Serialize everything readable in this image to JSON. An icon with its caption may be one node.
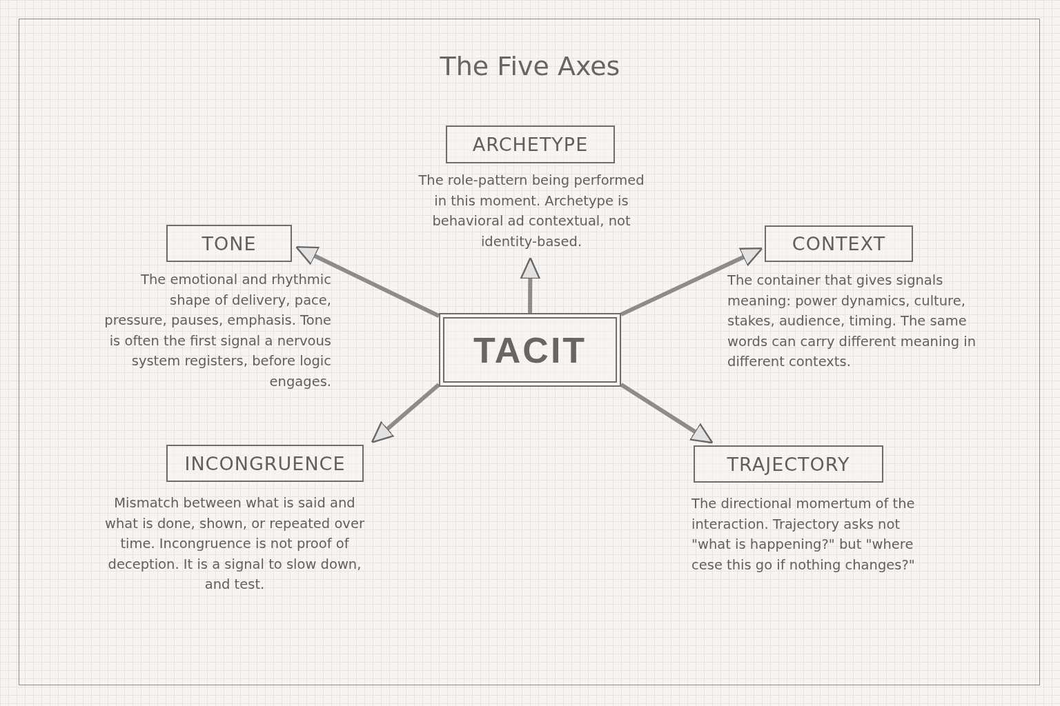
{
  "diagram": {
    "title": "The Five Axes",
    "nodes": [
      {
        "text": [
          "TACIT"
        ]
      },
      {
        "text": [
          "ARCHETYPE"
        ],
        "beside": [
          "The role-pattern being performed in this moment. Archetype is behavioral ad contextual, not identity-based."
        ]
      },
      {
        "text": [
          "TONE"
        ],
        "beside": [
          "The emotional and rhythmic shape of delivery, pace, pressure, pauses, emphasis. Tone is often the first signal a nervous system registers, before logic engages."
        ]
      },
      {
        "text": [
          "CONTEXT"
        ],
        "beside": [
          "The container that gives signals meaning: power dynamics, culture, stakes, audience, timing. The same words can carry different meaning in different contexts."
        ]
      },
      {
        "text": [
          "INCONGRUENCE"
        ],
        "beside": [
          "Mismatch between what is said and what is done, shown, or repeated over time. Incongruence is not proof of deception. It is a signal to slow down, and test."
        ]
      },
      {
        "text": [
          "TRAJECTORY"
        ],
        "beside": [
          "The directional momertum of the interaction. Trajectory asks not \"what is happening?\" but \"where cese this go if nothing changes?\""
        ]
      }
    ],
    "edges": [
      {
        "from": 0,
        "to": 1,
        "arrow": "to"
      },
      {
        "from": 0,
        "to": 2,
        "arrow": "to"
      },
      {
        "from": 0,
        "to": 3,
        "arrow": "to"
      },
      {
        "from": 0,
        "to": 4,
        "arrow": "to"
      },
      {
        "from": 0,
        "to": 5,
        "arrow": "to"
      }
    ]
  }
}
